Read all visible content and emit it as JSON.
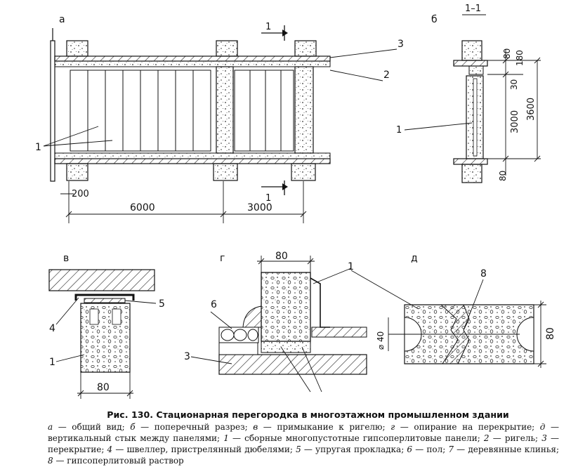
{
  "panels": {
    "a": "а",
    "b": "б",
    "v": "в",
    "g": "г",
    "d": "д"
  },
  "section_mark": "1–1",
  "section_cut_label": "1",
  "dimensions": {
    "a_200": "200",
    "a_6000": "6000",
    "a_3000": "3000",
    "b_80_top": "80",
    "b_180": "180",
    "b_30": "30",
    "b_3000": "3000",
    "b_3600": "3600",
    "b_80_bottom": "80",
    "v_80": "80",
    "g_80": "80",
    "d_phi40": "⌀ 40",
    "d_80": "80"
  },
  "callouts": {
    "a_1": "1",
    "a_2": "2",
    "a_3": "3",
    "b_1": "1",
    "v_4": "4",
    "v_5": "5",
    "v_1": "1",
    "g_1": "1",
    "g_6": "6",
    "g_3": "3",
    "d_8": "8"
  },
  "caption": {
    "title": "Рис. 130. Стационарная перегородка в многоэтажном промышленном здании",
    "legend": [
      {
        "key": "а",
        "text": " — общий вид; "
      },
      {
        "key": "б",
        "text": " — поперечный разрез; "
      },
      {
        "key": "в",
        "text": " — примыкание к ригелю; "
      },
      {
        "key": "г",
        "text": " — опирание на перекрытие; "
      },
      {
        "key": "д",
        "text": " — вертикальный стык между панелями; "
      },
      {
        "key": "1",
        "text": " — сборные многопустотные гипсоперлитовые панели; "
      },
      {
        "key": "2",
        "text": " — ригель; "
      },
      {
        "key": "3",
        "text": " — перекрытие; "
      },
      {
        "key": "4",
        "text": " — швеллер, пристрелянный дюбелями; "
      },
      {
        "key": "5",
        "text": " — упругая прокладка; "
      },
      {
        "key": "6",
        "text": " — пол; "
      },
      {
        "key": "7",
        "text": " — деревянные клинья; "
      },
      {
        "key": "8",
        "text": " — гипсоперлитовый раствор"
      }
    ]
  }
}
